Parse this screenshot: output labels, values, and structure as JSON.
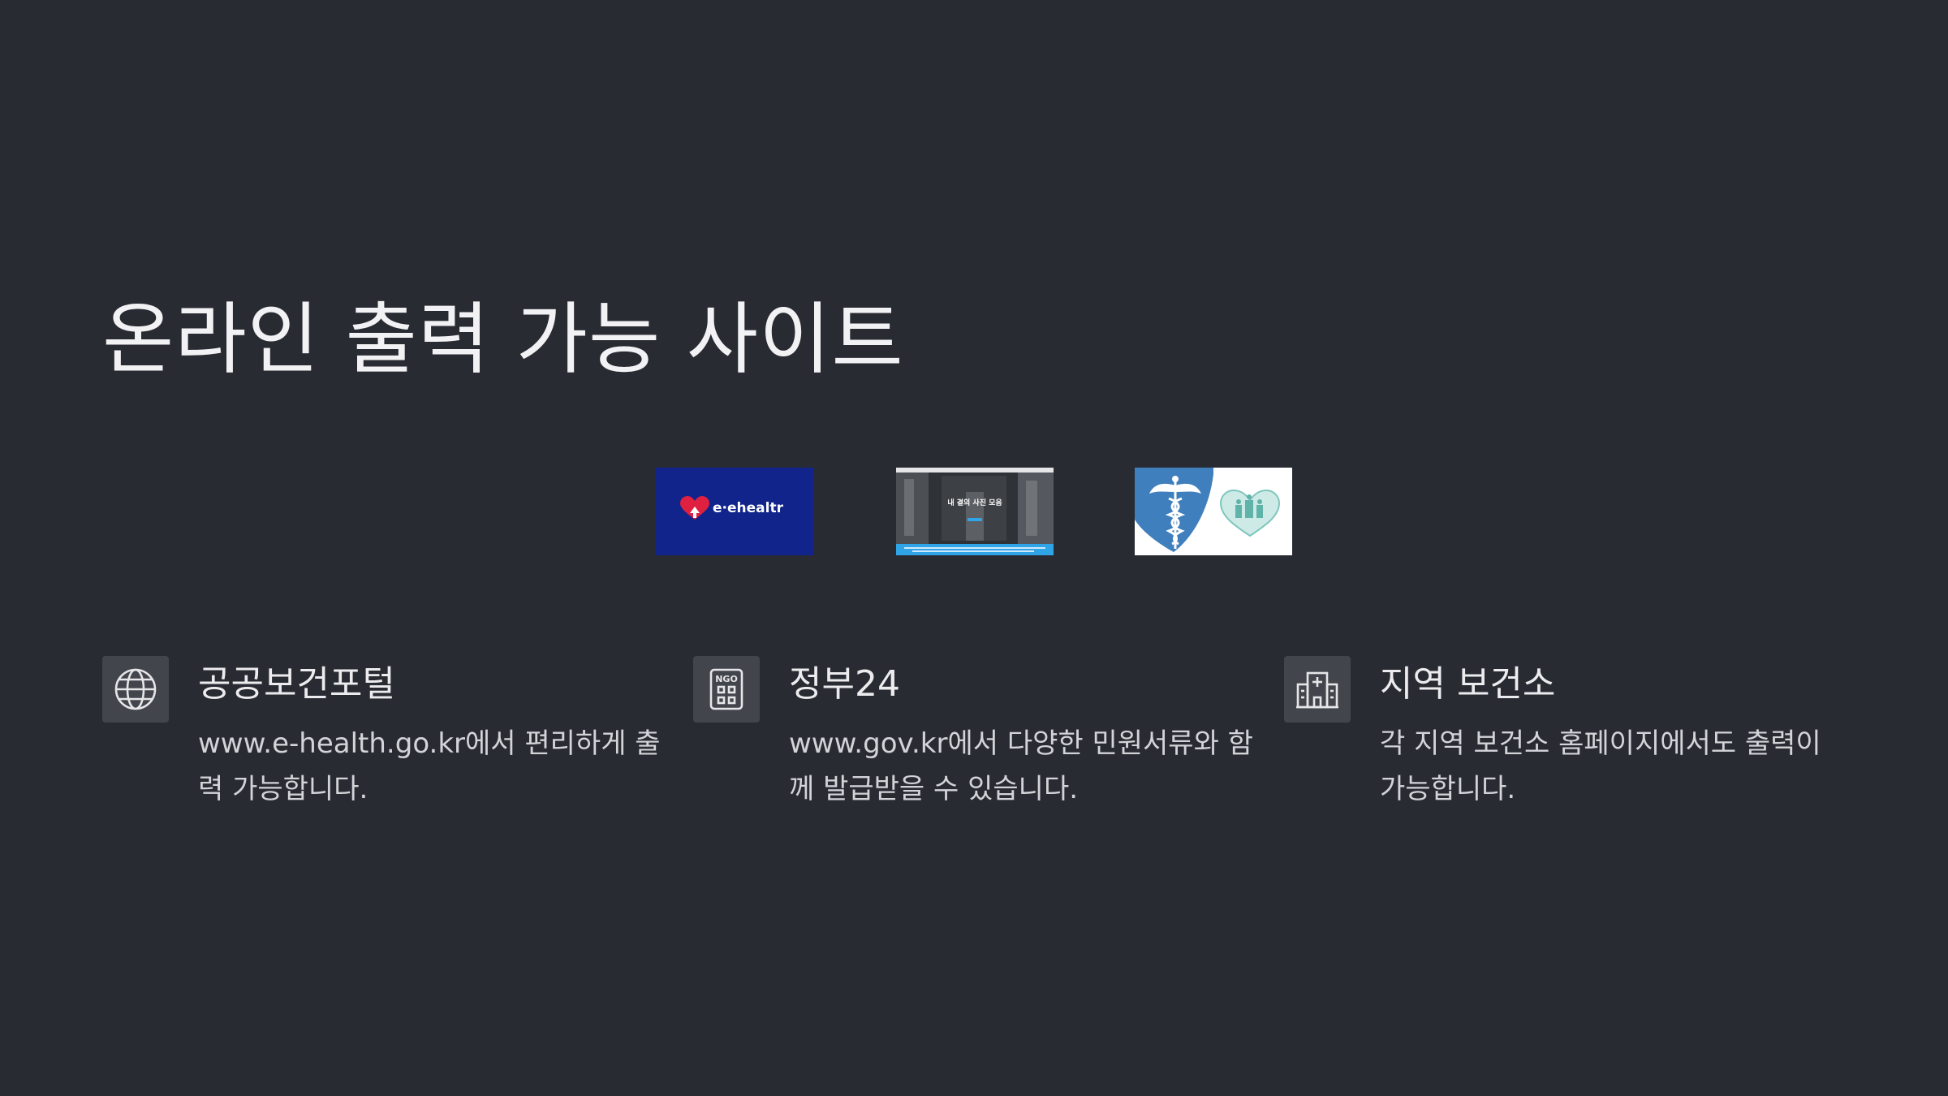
{
  "slide": {
    "title": "온라인 출력 가능 사이트"
  },
  "images": [
    {
      "icon": "e-health-logo-image",
      "logo_text": "e·ehealtr"
    },
    {
      "icon": "government-website-screenshot-image",
      "logo_text": "내 곁의 사진 모음"
    },
    {
      "icon": "caduceus-heart-medical-image"
    }
  ],
  "cards": [
    {
      "icon": "globe-icon",
      "title": "공공보건포털",
      "description": "www.e-health.go.kr에서 편리하게 출력 가능합니다."
    },
    {
      "icon": "ngo-building-icon",
      "icon_text": "NGO",
      "title": "정부24",
      "description": "www.gov.kr에서 다양한 민원서류와 함께 발급받을 수 있습니다."
    },
    {
      "icon": "hospital-icon",
      "title": "지역 보건소",
      "description": "각 지역 보건소 홈페이지에서도 출력이 가능합니다."
    }
  ],
  "colors": {
    "background": "#292b33",
    "icon_tile": "#43454d",
    "ehealth_blue": "#10248c",
    "medical_blue": "#3f7fbd",
    "heart_red": "#e02040"
  }
}
